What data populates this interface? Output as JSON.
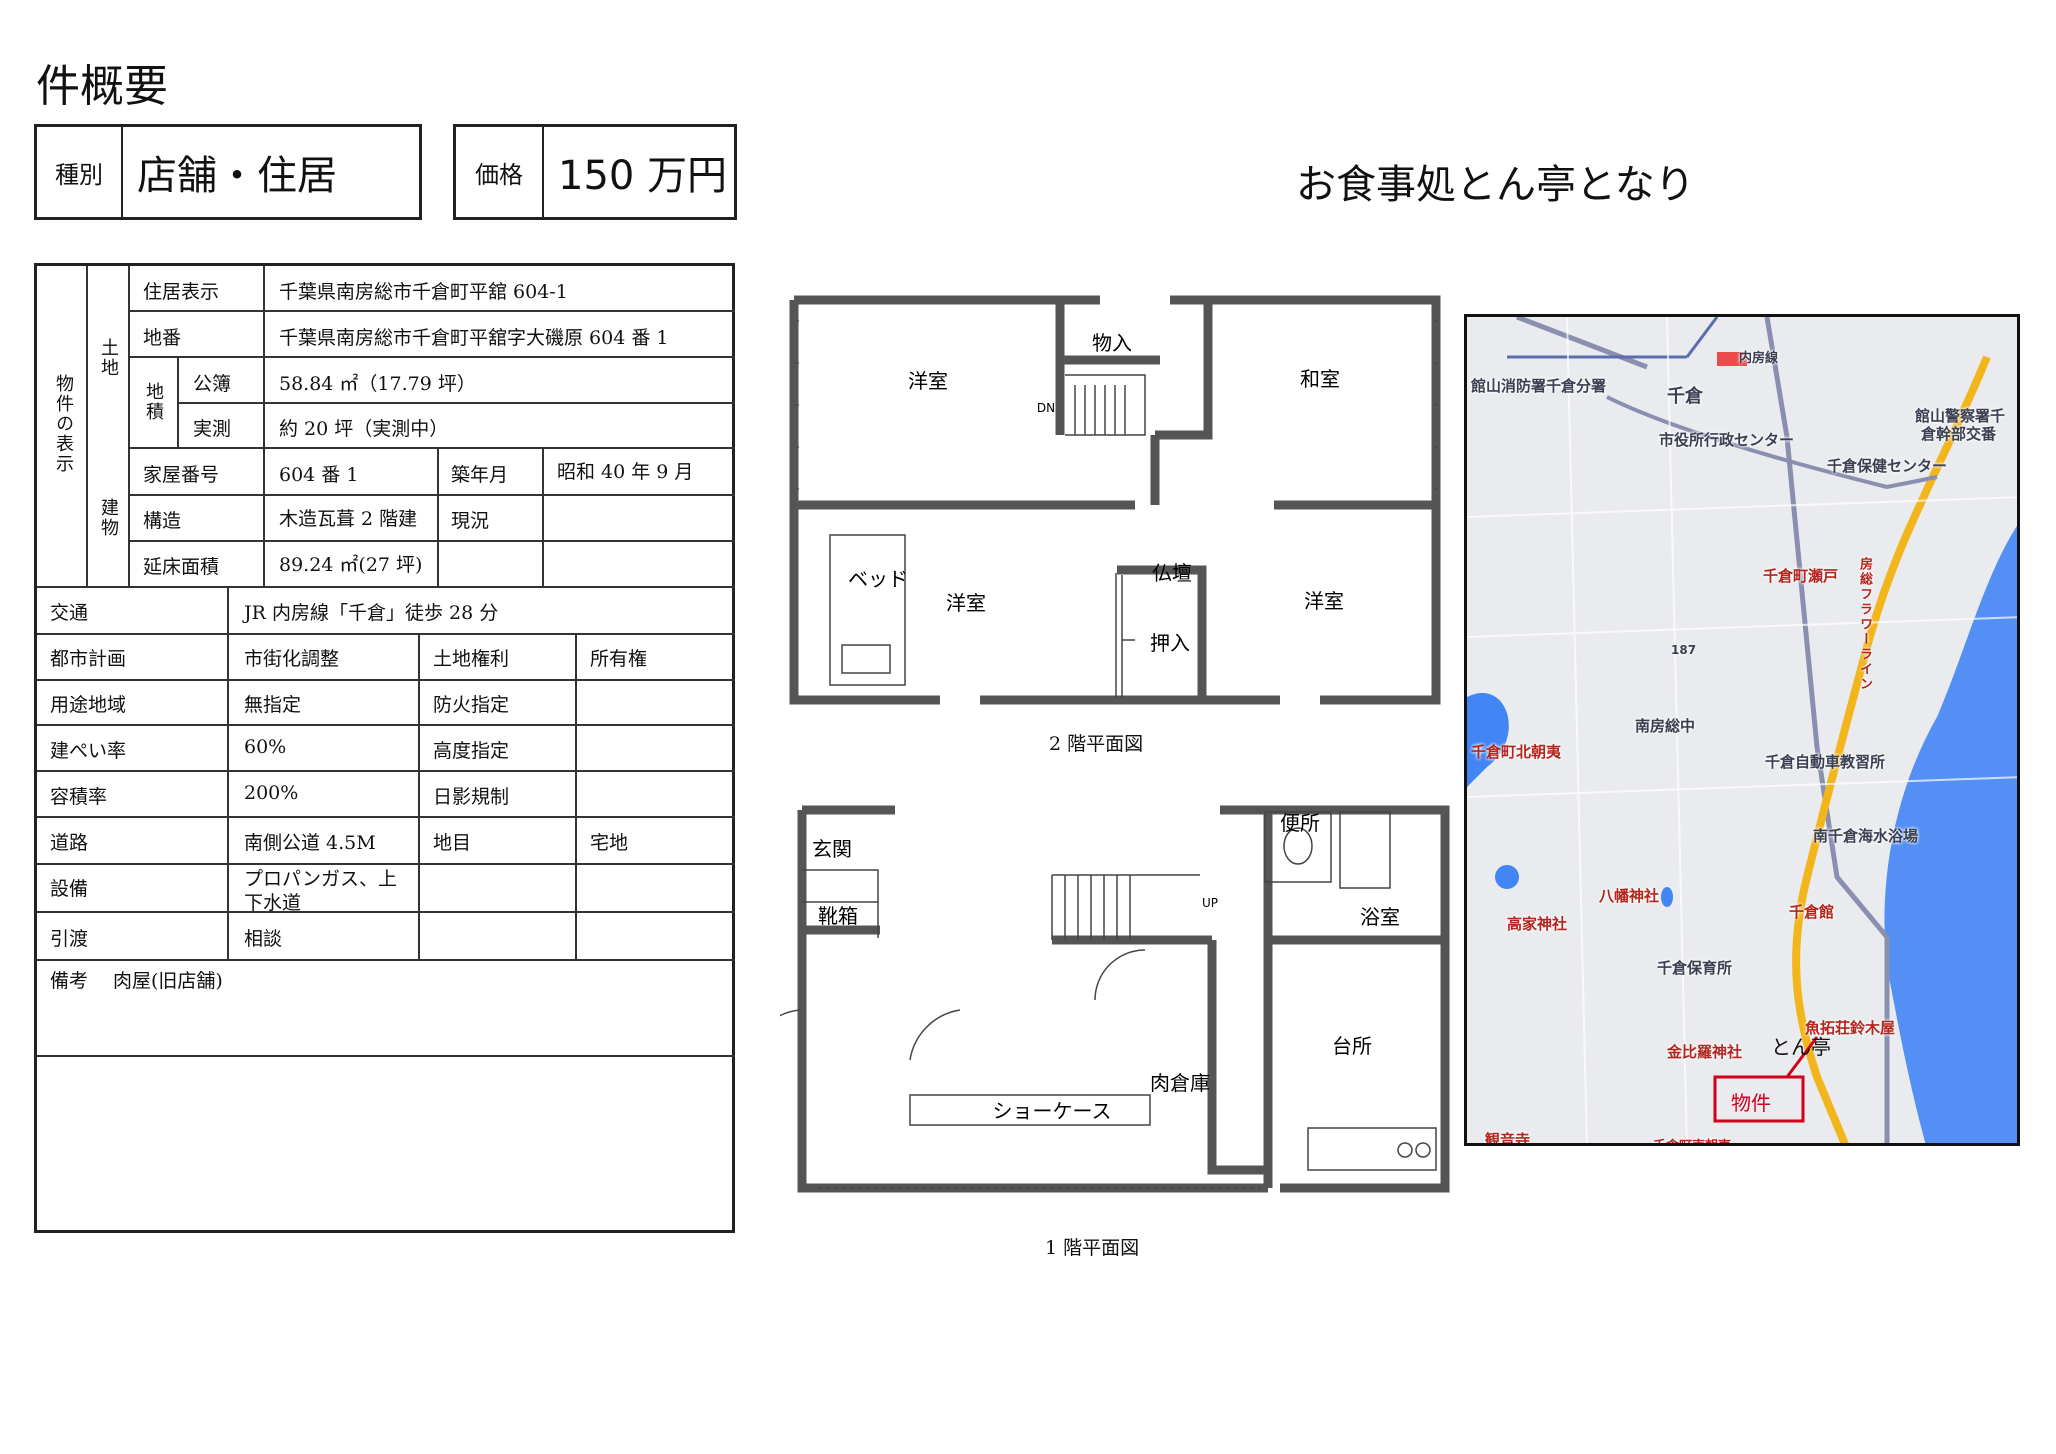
{
  "title": "件概要",
  "type_box": {
    "label": "種別",
    "value": "店舗・住居"
  },
  "price_box": {
    "label": "価格",
    "value": "150 万円"
  },
  "caption": "お食事処とん亭となり",
  "spec": {
    "section_property": "物件の表示",
    "section_land": "土地",
    "section_building": "建物",
    "section_area": "地積",
    "address_label": "住居表示",
    "address_value": "千葉県南房総市千倉町平舘 604-1",
    "lot_label": "地番",
    "lot_value": "千葉県南房総市千倉町平舘字大磯原 604 番 1",
    "registry_label": "公簿",
    "registry_value": "58.84 ㎡（17.79 坪）",
    "measured_label": "実測",
    "measured_value": "約 20 坪（実測中）",
    "house_no_label": "家屋番号",
    "house_no_value": "604 番 1",
    "built_label": "築年月",
    "built_value": "昭和 40 年 9 月",
    "structure_label": "構造",
    "structure_value": "木造瓦葺 2 階建",
    "status_label": "現況",
    "status_value": "",
    "floor_area_label": "延床面積",
    "floor_area_value": "89.24 ㎡(27 坪)",
    "transport_label": "交通",
    "transport_value": "JR 内房線「千倉」徒歩 28 分",
    "city_plan_label": "都市計画",
    "city_plan_value": "市街化調整",
    "land_right_label": "土地権利",
    "land_right_value": "所有権",
    "zoning_label": "用途地域",
    "zoning_value": "無指定",
    "fire_label": "防火指定",
    "fire_value": "",
    "coverage_label": "建ぺい率",
    "coverage_value": "60%",
    "height_label": "高度指定",
    "height_value": "",
    "far_label": "容積率",
    "far_value": "200%",
    "shade_label": "日影規制",
    "shade_value": "",
    "road_label": "道路",
    "road_value": "南側公道 4.5M",
    "land_cat_label": "地目",
    "land_cat_value": "宅地",
    "facility_label": "設備",
    "facility_value_1": "プロパンガス、上",
    "facility_value_2": "下水道",
    "handover_label": "引渡",
    "handover_value": "相談",
    "remarks_label": "備考",
    "remarks_value": "肉屋(旧店舗)"
  },
  "plan2": {
    "caption": "2 階平面図",
    "rooms": [
      "洋室",
      "物入",
      "和室",
      "ベッド",
      "洋室",
      "仏壇",
      "洋室",
      "押入"
    ],
    "dn": "DN"
  },
  "plan1": {
    "caption": "1 階平面図",
    "rooms": [
      "玄関",
      "靴箱",
      "便所",
      "浴室",
      "台所",
      "肉倉庫",
      "ショーケース"
    ],
    "up": "UP"
  },
  "map": {
    "labels": [
      "内房線",
      "館山消防署千倉分署",
      "千倉",
      "市役所行政センター",
      "館山警察署千",
      "倉幹部交番",
      "千倉保健センター",
      "千倉町瀬戸",
      "房総フラワーライン",
      "187",
      "南房総中",
      "千倉町北朝夷",
      "千倉自動車教習所",
      "南千倉海水浴場",
      "八幡神社",
      "千倉館",
      "高家神社",
      "千倉保育所",
      "魚拓荘鈴木屋",
      "金比羅神社",
      "とん亭",
      "物件",
      "観音寺",
      "千倉町南朝夷"
    ],
    "property_label": "物件"
  }
}
